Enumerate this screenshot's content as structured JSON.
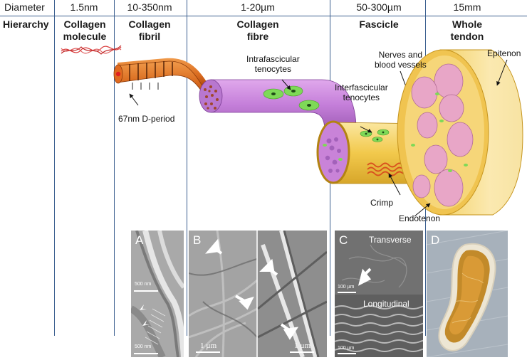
{
  "header": {
    "diameter_label": "Diameter",
    "hierarchy_label": "Hierarchy",
    "columns": [
      {
        "diameter": "1.5nm",
        "level_line1": "Collagen",
        "level_line2": "molecule"
      },
      {
        "diameter": "10-350nm",
        "level_line1": "Collagen",
        "level_line2": "fibril"
      },
      {
        "diameter": "1-20µm",
        "level_line1": "Collagen",
        "level_line2": "fibre"
      },
      {
        "diameter": "50-300µm",
        "level_line1": "Fascicle",
        "level_line2": ""
      },
      {
        "diameter": "15mm",
        "level_line1": "Whole",
        "level_line2": "tendon"
      }
    ]
  },
  "annotations": {
    "d_period": "67nm D-period",
    "intrafascicular_1": "Intrafascicular",
    "intrafascicular_2": "tenocytes",
    "interfascicular_1": "Interfascicular",
    "interfascicular_2": "tenocytes",
    "nerves_1": "Nerves and",
    "nerves_2": "blood vessels",
    "epitenon": "Epitenon",
    "crimp": "Crimp",
    "endotenon": "Endotenon"
  },
  "panels": {
    "a": {
      "letter": "A",
      "scale_top": "500 nm",
      "scale_bottom": "500 nm"
    },
    "b": {
      "letter": "B",
      "scale_left": "1 µm",
      "scale_right": "1 µm"
    },
    "c": {
      "letter": "C",
      "label_top": "Transverse",
      "label_bottom": "Longitudinal",
      "scale_top": "100 µm",
      "scale_bottom": "100 µm"
    },
    "d": {
      "letter": "D"
    }
  },
  "colors": {
    "grid_line": "#3b5f8f",
    "fibril": "#d96a1e",
    "fibre": "#c77fd8",
    "fascicle": "#f2c94c",
    "tenocyte": "#7ed957",
    "pink_bundle": "#e8a6c7",
    "crimp": "#d9501e"
  }
}
